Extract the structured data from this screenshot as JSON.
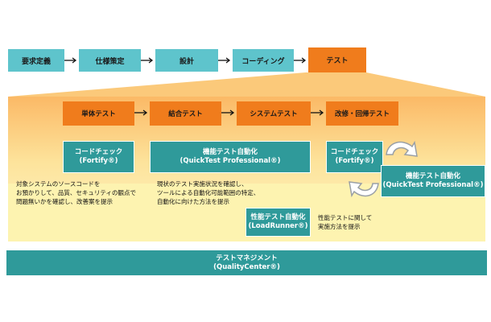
{
  "phases": [
    "要求定義",
    "仕様策定",
    "設計",
    "コーディング",
    "テスト"
  ],
  "test_steps": [
    "単体テスト",
    "結合テスト",
    "システムテスト",
    "改修・回帰テスト"
  ],
  "tools": {
    "fortify_left": {
      "name": "コードチェック",
      "product": "(Fortify®)"
    },
    "functional": {
      "name": "機能テスト自動化",
      "product": "(QuickTest Professional®)"
    },
    "fortify_right": {
      "name": "コードチェック",
      "product": "(Fortify®)"
    },
    "functional_right": {
      "name": "機能テスト自動化",
      "product": "(QuickTest Professional®)"
    },
    "performance": {
      "name": "性能テスト自動化",
      "product": "(LoadRunner®)"
    }
  },
  "notes": {
    "code_check": [
      "対象システムのソースコードを",
      "お預かりして、品質、セキュリティの観点で",
      "問題無いかを確認し、改善案を提示"
    ],
    "functional": [
      "現状のテスト実施状況を確認し、",
      "ツールによる自動化可能範囲の特定、",
      "自動化に向けた方法を提示"
    ],
    "performance": [
      "性能テストに関して",
      "実施方法を提示"
    ]
  },
  "management": {
    "name": "テストマネジメント",
    "product": "(QualityCenter®)"
  },
  "colors": {
    "teal": "#5ec4cc",
    "dark_teal": "#2f9a9a",
    "orange": "#f07c1c",
    "light_orange": "#fbb966",
    "pale_yellow": "#fdf3b0"
  }
}
